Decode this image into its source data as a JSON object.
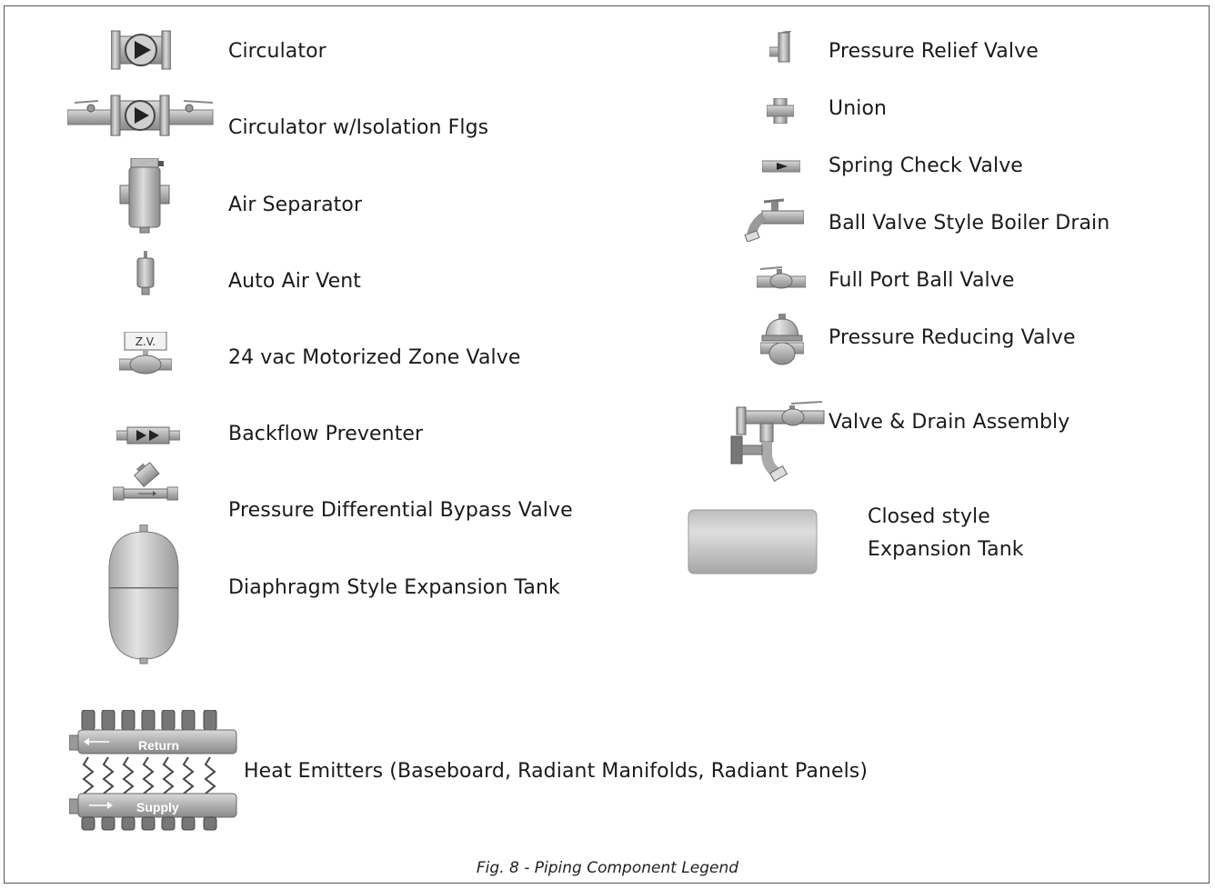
{
  "legend": {
    "left": [
      {
        "label": "Circulator",
        "icon": "circulator-icon"
      },
      {
        "label": "Circulator w/Isolation Flgs",
        "icon": "circulator-isolation-flanges-icon"
      },
      {
        "label": "Air Separator",
        "icon": "air-separator-icon"
      },
      {
        "label": "Auto Air Vent",
        "icon": "auto-air-vent-icon"
      },
      {
        "label": "24  vac Motorized Zone Valve",
        "icon": "zone-valve-icon",
        "icon_text": "Z.V."
      },
      {
        "label": "Backflow Preventer",
        "icon": "backflow-preventer-icon"
      },
      {
        "label": "Pressure Differential Bypass Valve",
        "icon": "bypass-valve-icon"
      },
      {
        "label": "Diaphragm Style Expansion Tank",
        "icon": "diaphragm-tank-icon"
      }
    ],
    "right": [
      {
        "label": "Pressure Relief Valve",
        "icon": "pressure-relief-valve-icon"
      },
      {
        "label": "Union",
        "icon": "union-icon"
      },
      {
        "label": "Spring Check Valve",
        "icon": "spring-check-valve-icon"
      },
      {
        "label": "Ball Valve Style Boiler Drain",
        "icon": "boiler-drain-icon"
      },
      {
        "label": "Full Port Ball Valve",
        "icon": "ball-valve-icon"
      },
      {
        "label": "Pressure Reducing Valve",
        "icon": "pressure-reducing-valve-icon"
      },
      {
        "label": "Valve & Drain Assembly",
        "icon": "valve-drain-assembly-icon"
      }
    ],
    "closed_tank": {
      "line1": "Closed style",
      "line2": "Expansion Tank",
      "icon": "closed-tank-icon"
    },
    "heat_emitters": {
      "label": "Heat Emitters (Baseboard, Radiant Manifolds, Radiant Panels)",
      "return_label": "Return",
      "supply_label": "Supply",
      "icon": "manifold-icon"
    }
  },
  "caption": "Fig. 8 - Piping Component Legend",
  "colors": {
    "metal_light": "#cfcfcf",
    "metal_mid": "#a8a8a8",
    "metal_dark": "#6e6e6e",
    "border": "#555555"
  }
}
